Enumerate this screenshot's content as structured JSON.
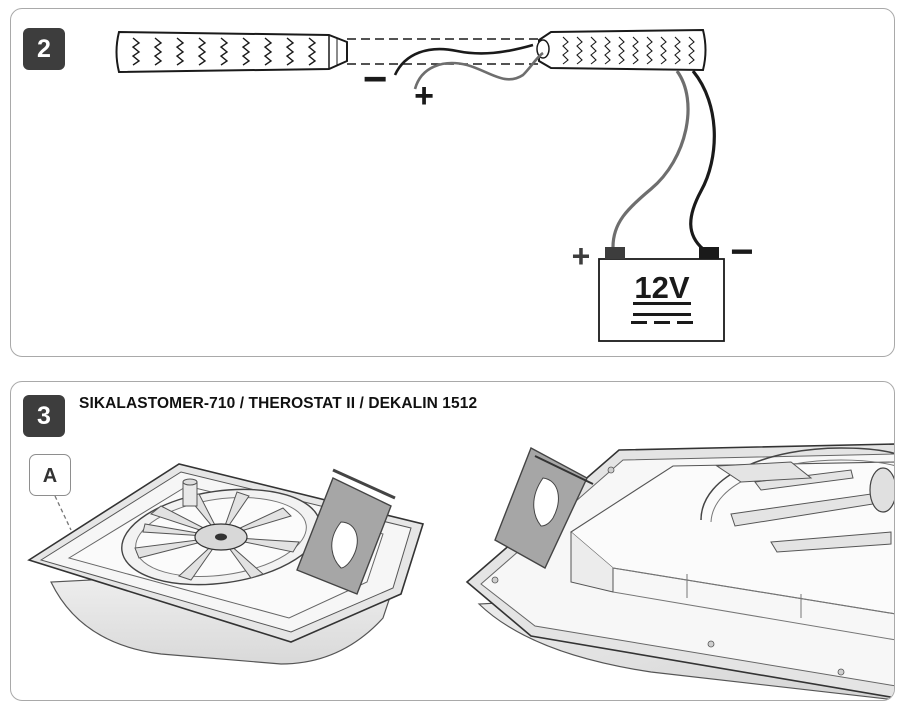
{
  "step2": {
    "badge": "2",
    "minus_wire_label": "−",
    "plus_wire_label": "+",
    "battery": {
      "voltage": "12V",
      "plus_terminal_label": "+",
      "minus_terminal_label": "−"
    }
  },
  "step3": {
    "badge": "3",
    "caption": "SIKALASTOMER-710 / THEROSTAT II / DEKALIN 1512",
    "callout_label": "A"
  },
  "colors": {
    "badge_bg": "#3d3d3d",
    "panel_border": "#a9a9a9",
    "wire_negative": "#1a1a1a",
    "wire_positive": "#6e6e6e",
    "flap_gray": "#a6a6a6"
  }
}
